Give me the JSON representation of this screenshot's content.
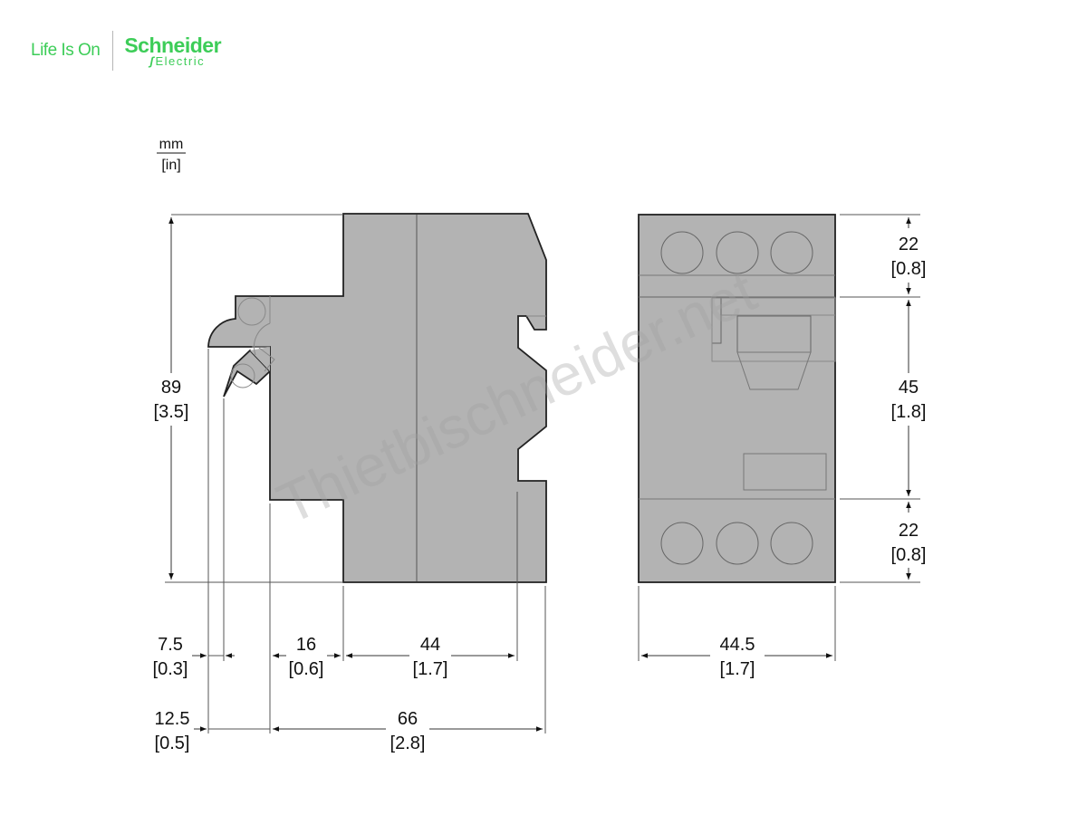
{
  "header": {
    "tagline": "Life Is On",
    "brand_name": "Schneider",
    "brand_sub": "Electric",
    "brand_color": "#3dcd58"
  },
  "units": {
    "primary": "mm",
    "secondary": "[in]"
  },
  "watermark": "Thietbischneider.net",
  "side_view": {
    "height": {
      "mm": "89",
      "in": "[3.5]"
    },
    "dims_bottom_row1": [
      {
        "id": "d7_5",
        "mm": "7.5",
        "in": "[0.3]"
      },
      {
        "id": "d16",
        "mm": "16",
        "in": "[0.6]"
      },
      {
        "id": "d44",
        "mm": "44",
        "in": "[1.7]"
      }
    ],
    "dims_bottom_row2": [
      {
        "id": "d12_5",
        "mm": "12.5",
        "in": "[0.5]"
      },
      {
        "id": "d66",
        "mm": "66",
        "in": "[2.8]"
      }
    ]
  },
  "front_view": {
    "width": {
      "mm": "44.5",
      "in": "[1.7]"
    },
    "dims_right": [
      {
        "id": "top",
        "mm": "22",
        "in": "[0.8]"
      },
      {
        "id": "middle",
        "mm": "45",
        "in": "[1.8]"
      },
      {
        "id": "bottom",
        "mm": "22",
        "in": "[0.8]"
      }
    ]
  },
  "colors": {
    "body_fill": "#b3b3b3",
    "outline": "#222222",
    "detail_line": "#777777",
    "dim_line": "#555555"
  }
}
